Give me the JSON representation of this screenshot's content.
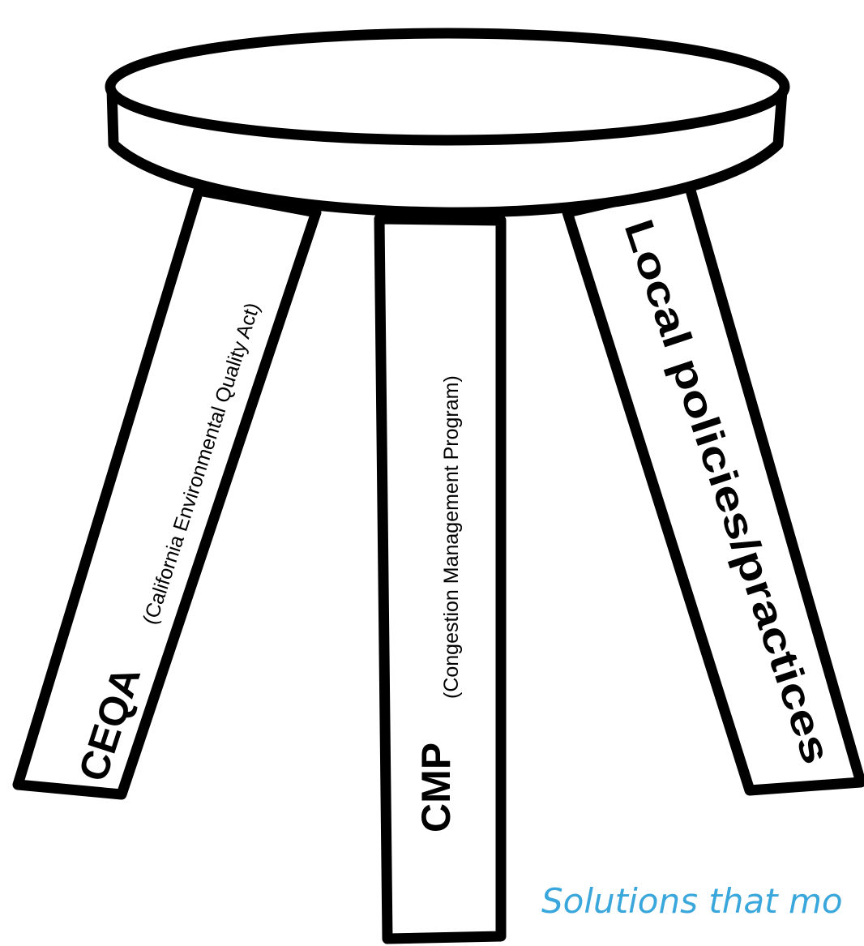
{
  "legs": {
    "left": {
      "acronym": "CEQA",
      "full_name": "(California Environmental Quality Act)"
    },
    "center": {
      "acronym": "CMP",
      "full_name": "(Congestion Management Program)"
    },
    "right": {
      "label": "Local policies/practices"
    }
  },
  "tagline": "Solutions that mo",
  "colors": {
    "outline": "#000000",
    "fill": "#ffffff",
    "tagline": "#3aa7dc"
  }
}
